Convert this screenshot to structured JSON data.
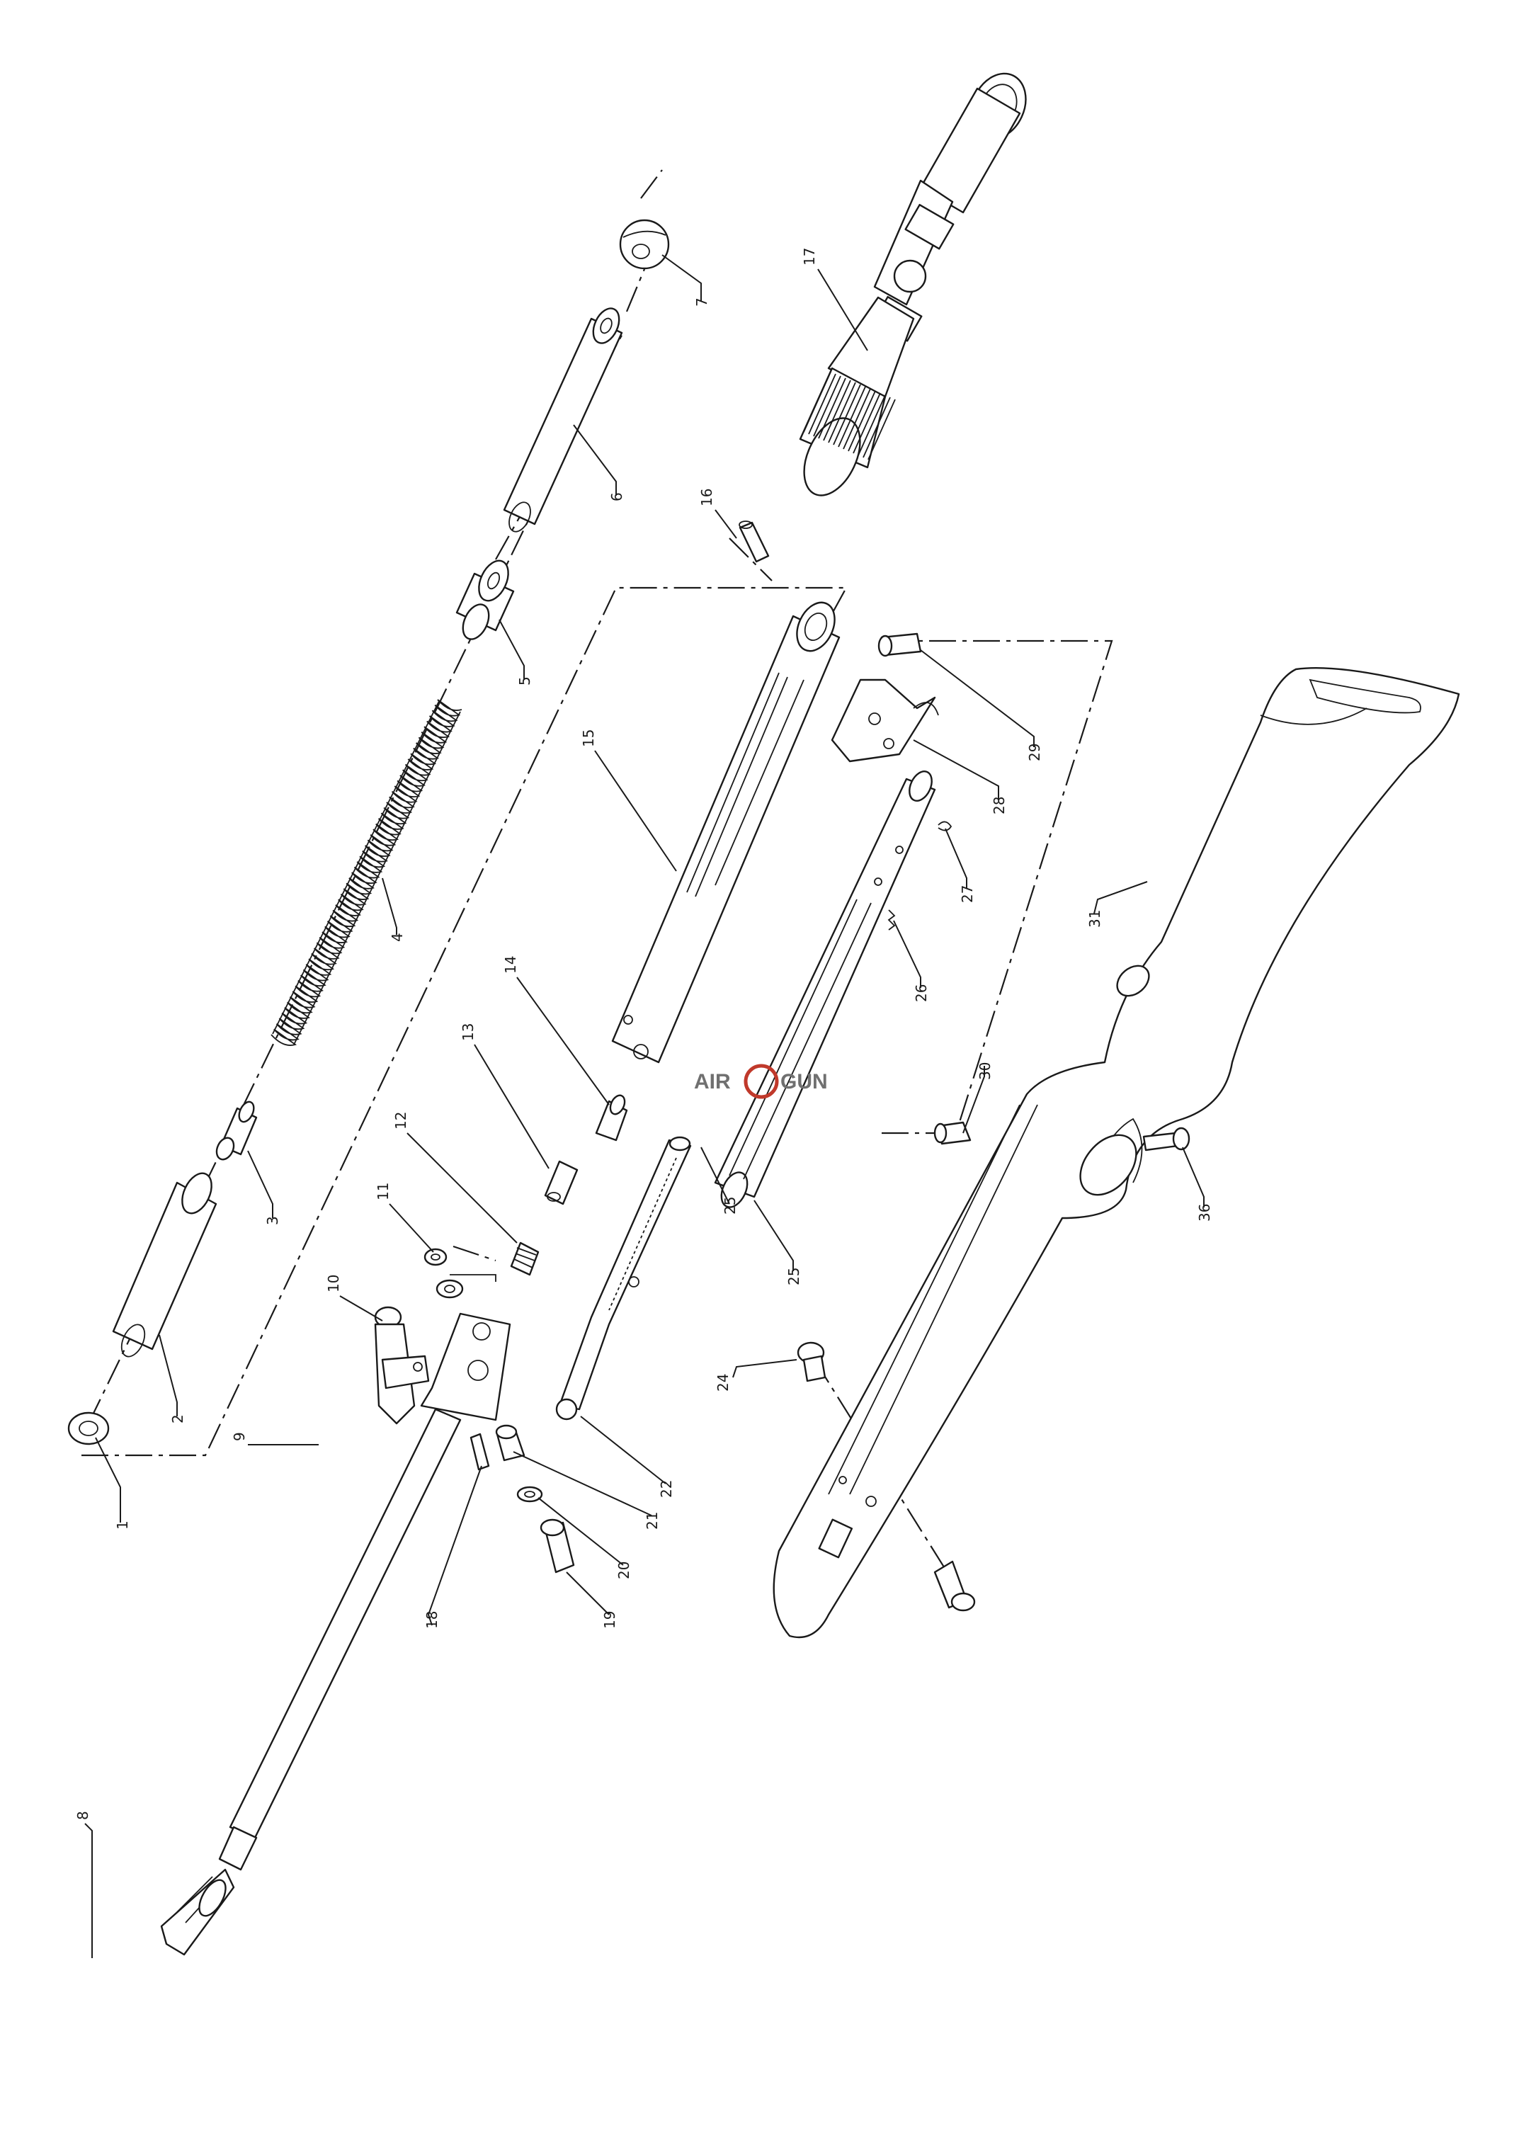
{
  "watermark": {
    "left_text": "AIR",
    "right_text": "GUN",
    "accent_color": "#c0392b",
    "text_color": "#707070"
  },
  "part_labels": [
    "1",
    "2",
    "3",
    "4",
    "5",
    "6",
    "7",
    "8",
    "9",
    "10",
    "11",
    "12",
    "13",
    "14",
    "15",
    "16",
    "17",
    "18",
    "19",
    "20",
    "21",
    "22",
    "24",
    "25",
    "25",
    "26",
    "27",
    "28",
    "29",
    "30",
    "31",
    "36"
  ]
}
